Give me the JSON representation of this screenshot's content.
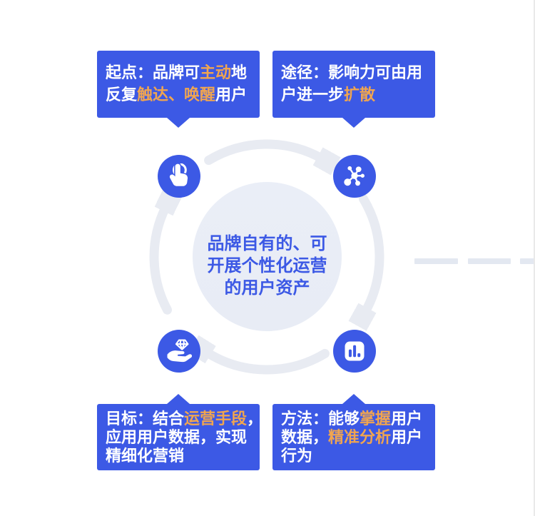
{
  "colors": {
    "primary_blue": "#3C59E5",
    "highlight_orange": "#F0A550",
    "circle_fill": "#E9EDF6",
    "arc_gray": "#E8EBF2",
    "dash_gray": "#E3E8F1",
    "text_white": "#FFFFFF"
  },
  "center_circle": {
    "lines": [
      "品牌自有的、可",
      "开展个性化运营",
      "的用户资产"
    ]
  },
  "callouts": [
    {
      "id": "origin",
      "position": "top-left",
      "tail": "bottom",
      "lines": [
        [
          {
            "text": "起点：品牌可",
            "hl": false
          },
          {
            "text": "主动",
            "hl": true
          },
          {
            "text": "地",
            "hl": false
          }
        ],
        [
          {
            "text": "反复",
            "hl": false
          },
          {
            "text": "触达、唤醒",
            "hl": true
          },
          {
            "text": "用户",
            "hl": false
          }
        ]
      ]
    },
    {
      "id": "pathway",
      "position": "top-right",
      "tail": "bottom",
      "lines": [
        [
          {
            "text": "途径：影响力可由用",
            "hl": false
          }
        ],
        [
          {
            "text": "户进一步",
            "hl": false
          },
          {
            "text": "扩散",
            "hl": true
          }
        ]
      ]
    },
    {
      "id": "goal",
      "position": "bottom-left",
      "tail": "top",
      "lines": [
        [
          {
            "text": "目标：结合",
            "hl": false
          },
          {
            "text": "运营手段",
            "hl": true
          },
          {
            "text": "，",
            "hl": false
          }
        ],
        [
          {
            "text": "应用用户数据，实现",
            "hl": false
          }
        ],
        [
          {
            "text": "精细化营销",
            "hl": false
          }
        ]
      ]
    },
    {
      "id": "method",
      "position": "bottom-right",
      "tail": "top",
      "lines": [
        [
          {
            "text": "方法：能够",
            "hl": false
          },
          {
            "text": "掌握",
            "hl": true
          },
          {
            "text": "用户",
            "hl": false
          }
        ],
        [
          {
            "text": "数据，",
            "hl": false
          },
          {
            "text": "精准分析",
            "hl": true
          },
          {
            "text": "用户",
            "hl": false
          }
        ],
        [
          {
            "text": "行为",
            "hl": false
          }
        ]
      ]
    }
  ],
  "nodes": [
    {
      "icon": "touch-icon",
      "position": "top-left"
    },
    {
      "icon": "network-icon",
      "position": "top-right"
    },
    {
      "icon": "hand-diamond-icon",
      "position": "bottom-left"
    },
    {
      "icon": "bar-chart-icon",
      "position": "bottom-right"
    }
  ]
}
